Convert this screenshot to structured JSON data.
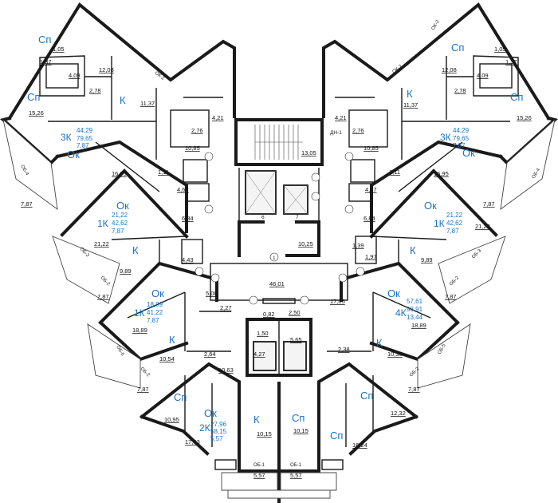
{
  "plan": {
    "core": {
      "stair_area": "13,05",
      "lobby_area": "10,25",
      "hall_area": "46,01",
      "corridor_left": "0,82",
      "corridor_right": "2,50",
      "utility_a": "1,50",
      "utility_b": "5,65",
      "utility_c": "4,27",
      "dn_label": "ДН-1",
      "door_labels": [
        "6",
        "7",
        "1"
      ]
    },
    "apartments": {
      "top_left": {
        "type": "3К",
        "total": "44,29",
        "living": "79,65",
        "balcony": "7,87",
        "rooms": [
          {
            "name": "Сп",
            "area": "15,26"
          },
          {
            "name": "Сп",
            "area": ""
          },
          {
            "name": "К",
            "area": "11,37"
          },
          {
            "name": "Ок",
            "area": ""
          }
        ],
        "areas": [
          "1,05",
          "1,37",
          "4,09",
          "12,08",
          "2,78",
          "2,76",
          "10,85",
          "4,21",
          "16,95",
          "7,87"
        ]
      },
      "top_right": {
        "type": "3К",
        "total": "44,29",
        "living": "79,65",
        "balcony": "7,87",
        "rooms": [
          {
            "name": "Сп",
            "area": "15,26"
          },
          {
            "name": "Сп",
            "area": ""
          },
          {
            "name": "К",
            "area": "11,37"
          },
          {
            "name": "Ок",
            "area": ""
          }
        ],
        "areas": [
          "1,05",
          "1,37",
          "4,09",
          "12,08",
          "2,78",
          "2,76",
          "10,85",
          "4,21",
          "16,95",
          "7,87"
        ]
      },
      "mid_left": {
        "type": "1К",
        "total": "21,22",
        "living": "42,62",
        "balcony": "7,87",
        "rooms": [
          {
            "name": "Ок",
            "area": ""
          },
          {
            "name": "К",
            "area": "9,89"
          }
        ],
        "areas": [
          "1,11",
          "4,67",
          "6,84",
          "4,43",
          "21,22",
          "7,87"
        ]
      },
      "mid_right": {
        "type": "1К",
        "total": "21,22",
        "living": "42,62",
        "balcony": "7,87",
        "rooms": [
          {
            "name": "Ок",
            "area": "21,22"
          },
          {
            "name": "К",
            "area": "9,89"
          }
        ],
        "areas": [
          "1,11",
          "4,67",
          "6,84",
          "1,39",
          "1,97",
          "7,87"
        ]
      },
      "low_left": {
        "type": "1К",
        "total": "18,89",
        "living": "41,22",
        "balcony": "7,87",
        "rooms": [
          {
            "name": "Ок",
            "area": "18,89"
          },
          {
            "name": "К",
            "area": "10,54"
          }
        ],
        "areas": [
          "5,08",
          "2,27",
          "2,64",
          "10,63",
          "7,87"
        ]
      },
      "low_right": {
        "type": "4К",
        "total": "57,61",
        "living": "98,91",
        "balcony": "13,44",
        "rooms": [
          {
            "name": "Ок",
            "area": "18,89"
          },
          {
            "name": "К",
            "area": "10,36"
          },
          {
            "name": "Сп",
            "area": "12,32"
          },
          {
            "name": "Сп",
            "area": "16,24"
          },
          {
            "name": "Сп",
            "area": "10,15"
          }
        ],
        "areas": [
          "17,05",
          "2,38",
          "7,87"
        ]
      },
      "bottom_left": {
        "type": "2К",
        "total": "27,96",
        "living": "58,15",
        "balcony": "5,57",
        "rooms": [
          {
            "name": "Сп",
            "area": "10,95"
          },
          {
            "name": "Ок",
            "area": "17,03"
          },
          {
            "name": "К",
            "area": "10,15"
          }
        ],
        "areas": [
          "5,57"
        ]
      }
    },
    "balcony_tags": {
      "ob1": "ОБ-1",
      "ob2": "ОБ-2",
      "ob3": "ОБ-3",
      "ob4": "ОБ-4",
      "ob5": "ОБ-5",
      "ok2": "ОК-2"
    },
    "colors": {
      "wall": "#1a1a1a",
      "label": "#1a73c8",
      "background": "#ffffff"
    }
  }
}
